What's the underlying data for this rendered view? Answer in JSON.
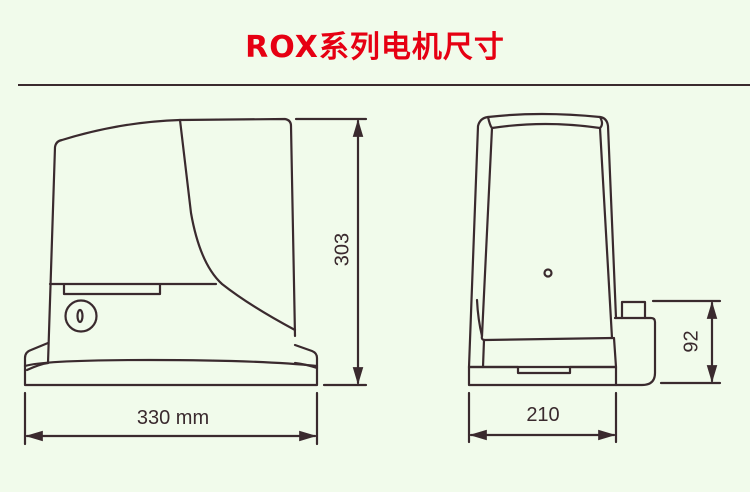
{
  "title": "ROX系列电机尺寸",
  "colors": {
    "background": "#f1fbeb",
    "title": "#e60012",
    "line": "#3a2a2e"
  },
  "side_view": {
    "height_label": "303",
    "width_label": "330 mm"
  },
  "front_view": {
    "width_label": "210",
    "base_height_label": "92"
  }
}
